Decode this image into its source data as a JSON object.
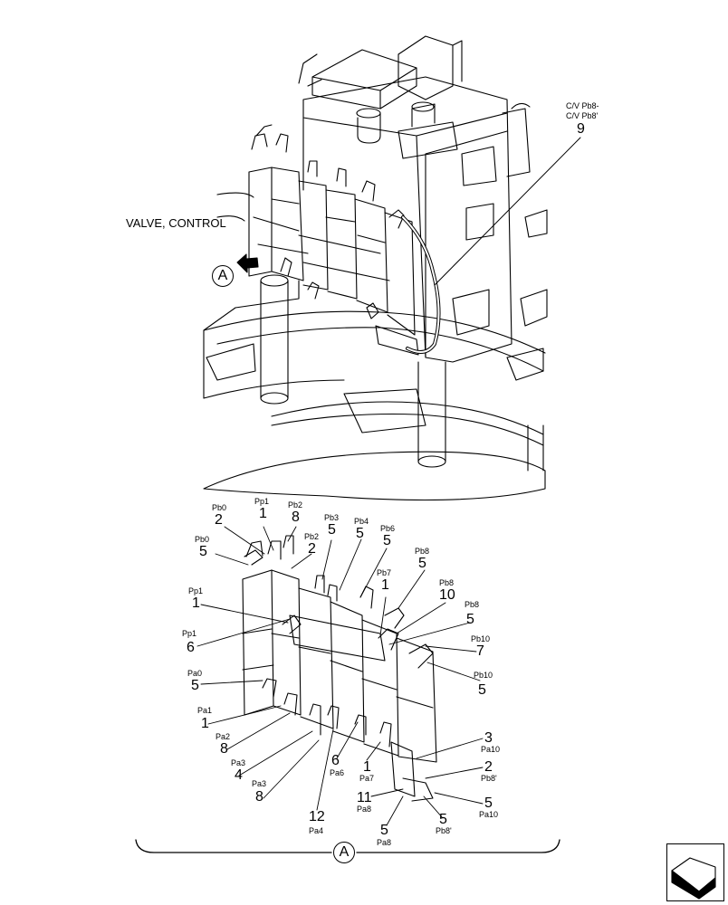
{
  "main_view": {
    "assembly_label": "VALVE, CONTROL",
    "view_marker": "A",
    "callout_number": "9",
    "callout_text_1": "C/V Pb8-",
    "callout_text_2": "C/V Pb8'"
  },
  "detail_view": {
    "bracket_marker": "A",
    "callouts": [
      {
        "port": "Pb0",
        "num": "2"
      },
      {
        "port": "Pp1",
        "num": "1"
      },
      {
        "port": "Pb2",
        "num": "8"
      },
      {
        "port": "Pb0",
        "num": "5"
      },
      {
        "port": "Pb2",
        "num": "2"
      },
      {
        "port": "Pb3",
        "num": "5"
      },
      {
        "port": "Pb4",
        "num": "5"
      },
      {
        "port": "Pb6",
        "num": "5"
      },
      {
        "port": "Pb8",
        "num": "5"
      },
      {
        "port": "Pb7",
        "num": "1"
      },
      {
        "port": "Pb8",
        "num": "10"
      },
      {
        "port": "Pb8",
        "num": "5"
      },
      {
        "port": "Pp1",
        "num": "1"
      },
      {
        "port": "Pp1",
        "num": "6"
      },
      {
        "port": "Pb10",
        "num": "7"
      },
      {
        "port": "Pa0",
        "num": "5"
      },
      {
        "port": "Pb10",
        "num": "5"
      },
      {
        "port": "Pa1",
        "num": "1"
      },
      {
        "port": "Pa2",
        "num": "8"
      },
      {
        "port": "Pa3",
        "num": "4"
      },
      {
        "port": "Pa3",
        "num": "8"
      },
      {
        "port": "Pa6",
        "num": "6"
      },
      {
        "port": "Pa7",
        "num": "1"
      },
      {
        "port": "Pa10",
        "num": "3"
      },
      {
        "port": "Pb8'",
        "num": "2"
      },
      {
        "port": "Pa8",
        "num": "11"
      },
      {
        "port": "Pa10",
        "num": "5"
      },
      {
        "port": "Pa4",
        "num": "12"
      },
      {
        "port": "Pa8",
        "num": "5"
      },
      {
        "port": "Pb8'",
        "num": "5"
      }
    ]
  }
}
